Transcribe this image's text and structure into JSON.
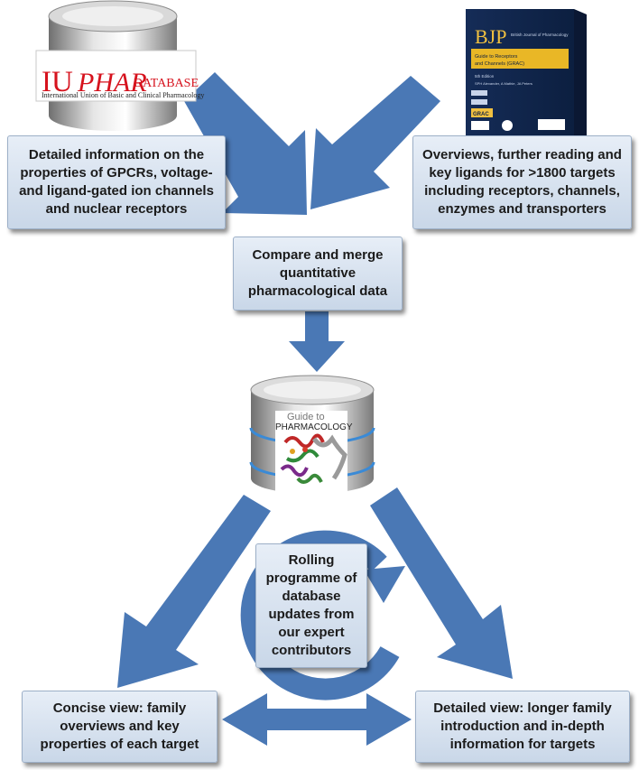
{
  "colors": {
    "arrow": "#4a78b5",
    "box_fill_top": "#e7eef7",
    "box_fill_bottom": "#c9d7e8",
    "cylinder_rim": "#3a8ad6"
  },
  "sources": {
    "iuphar": {
      "logo_text_iu": "IU",
      "logo_text_phar": "PHAR",
      "logo_text_database": "DATABASE",
      "logo_subtitle": "International Union of Basic and Clinical Pharmacology"
    },
    "book": {
      "title": "BJP",
      "subtitle": "British Journal of Pharmacology",
      "guide_title": "Guide to Receptors and Channels (GRAC)",
      "edition": "5th Edition",
      "authors": "SPH Alexander, A Mathie, JA Peters",
      "badge": "GRAC"
    }
  },
  "boxes": {
    "left_source": "Detailed information on the properties of GPCRs, voltage- and ligand-gated ion channels and nuclear receptors",
    "right_source": "Overviews, further reading and key ligands for >1800 targets including receptors, channels, enzymes and transporters",
    "merge": "Compare and merge quantitative pharmacological data",
    "rolling": "Rolling programme of database updates from our expert contributors",
    "concise_view": "Concise view: family overviews and key properties of each target",
    "detailed_view": "Detailed view: longer family introduction and in-depth information for targets"
  },
  "guide_db": {
    "line1": "Guide to",
    "line2": "PHARMACOLOGY"
  }
}
